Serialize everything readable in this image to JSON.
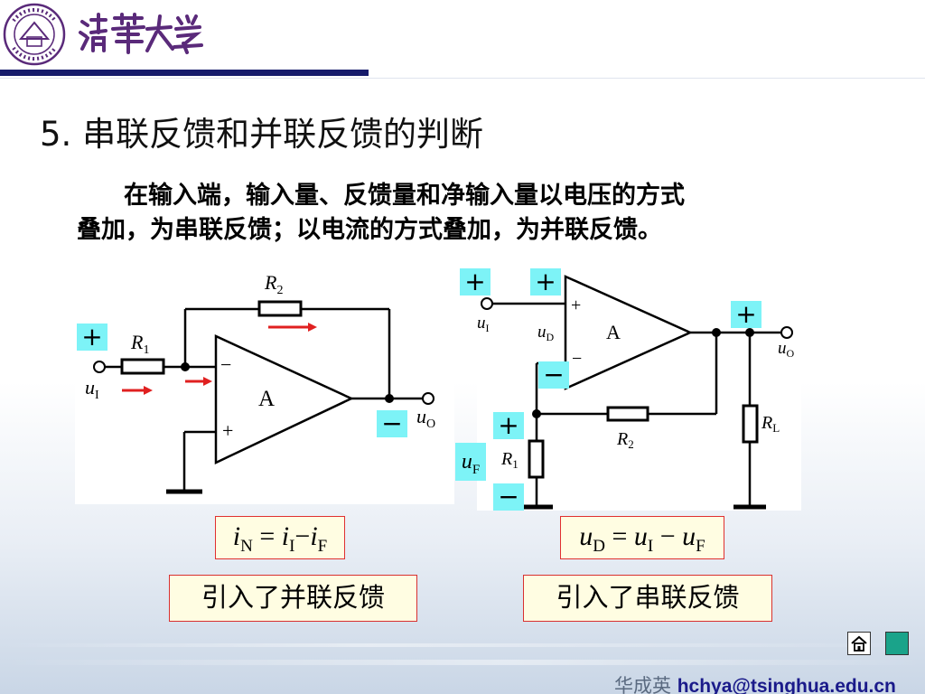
{
  "header": {
    "logo_alt": "清華大學"
  },
  "heading": "5.  串联反馈和并联反馈的判断",
  "paragraph": {
    "line1": "在输入端，输入量、反馈量和净输入量以电压的方式",
    "line2": "叠加，为串联反馈；以电流的方式叠加，为并联反馈。"
  },
  "left_circuit": {
    "amp": "A",
    "minus_pin": "−",
    "plus_pin": "+",
    "r_in": "R",
    "r_in_sub": "1",
    "r_fb": "R",
    "r_fb_sub": "2",
    "input_label": "u",
    "input_sub": "I",
    "output_label": "u",
    "output_sub": "O",
    "sign_in": "+",
    "sign_out": "−"
  },
  "right_circuit": {
    "amp": "A",
    "plus_pin": "+",
    "minus_pin": "−",
    "input_label": "u",
    "input_sub": "I",
    "diff_label": "u",
    "diff_sub": "D",
    "output_label": "u",
    "output_sub": "O",
    "r1": "R",
    "r1_sub": "1",
    "r2": "R",
    "r2_sub": "2",
    "rl": "R",
    "rl_sub": "L",
    "feedback_label": "u",
    "feedback_sub": "F",
    "signs": {
      "in_top": "+",
      "diff_top": "+",
      "out_top": "+",
      "inv_minus": "−",
      "fb_plus": "+",
      "fb_minus": "−"
    }
  },
  "equations": {
    "left": {
      "lhs": "i",
      "lhs_sub": "N",
      "a": "i",
      "a_sub": "I",
      "b": "i",
      "b_sub": "F",
      "eq": "=",
      "minus": "−"
    },
    "right": {
      "lhs": "u",
      "lhs_sub": "D",
      "a": "u",
      "a_sub": "I",
      "b": "u",
      "b_sub": "F",
      "eq": "=",
      "minus": "−"
    }
  },
  "conclusions": {
    "left": "引入了并联反馈",
    "right": "引入了串联反馈"
  },
  "footer": {
    "name": "华成英",
    "email": "hchya@tsinghua.edu.cn"
  },
  "colors": {
    "header_rule": "#151a6a",
    "sign_bg": "#7df3f7",
    "arrow": "#e02020",
    "nav_next": "#1aa38a"
  },
  "icons": {
    "home": "home-icon",
    "next": "next-page-icon"
  }
}
